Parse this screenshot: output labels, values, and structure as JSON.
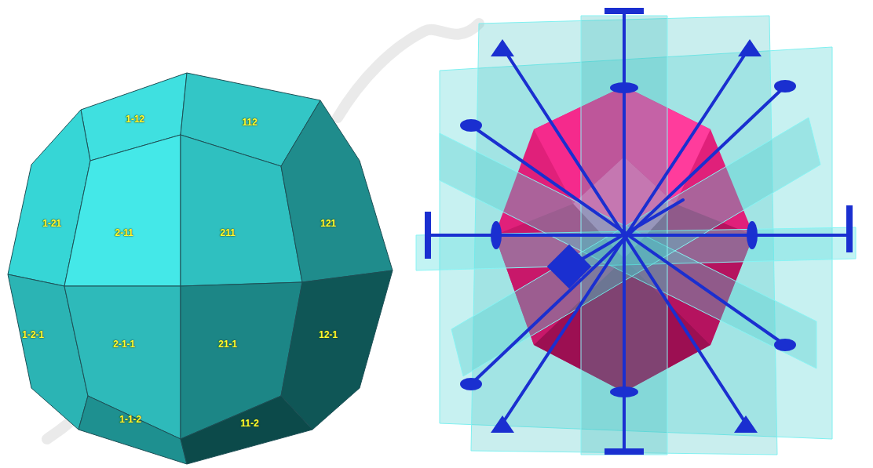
{
  "diagram": {
    "labels": [
      "1-12",
      "112",
      "1-21",
      "2-11",
      "211",
      "121",
      "1-2-1",
      "2-1-1",
      "21-1",
      "12-1",
      "1-1-2",
      "11-2"
    ]
  }
}
